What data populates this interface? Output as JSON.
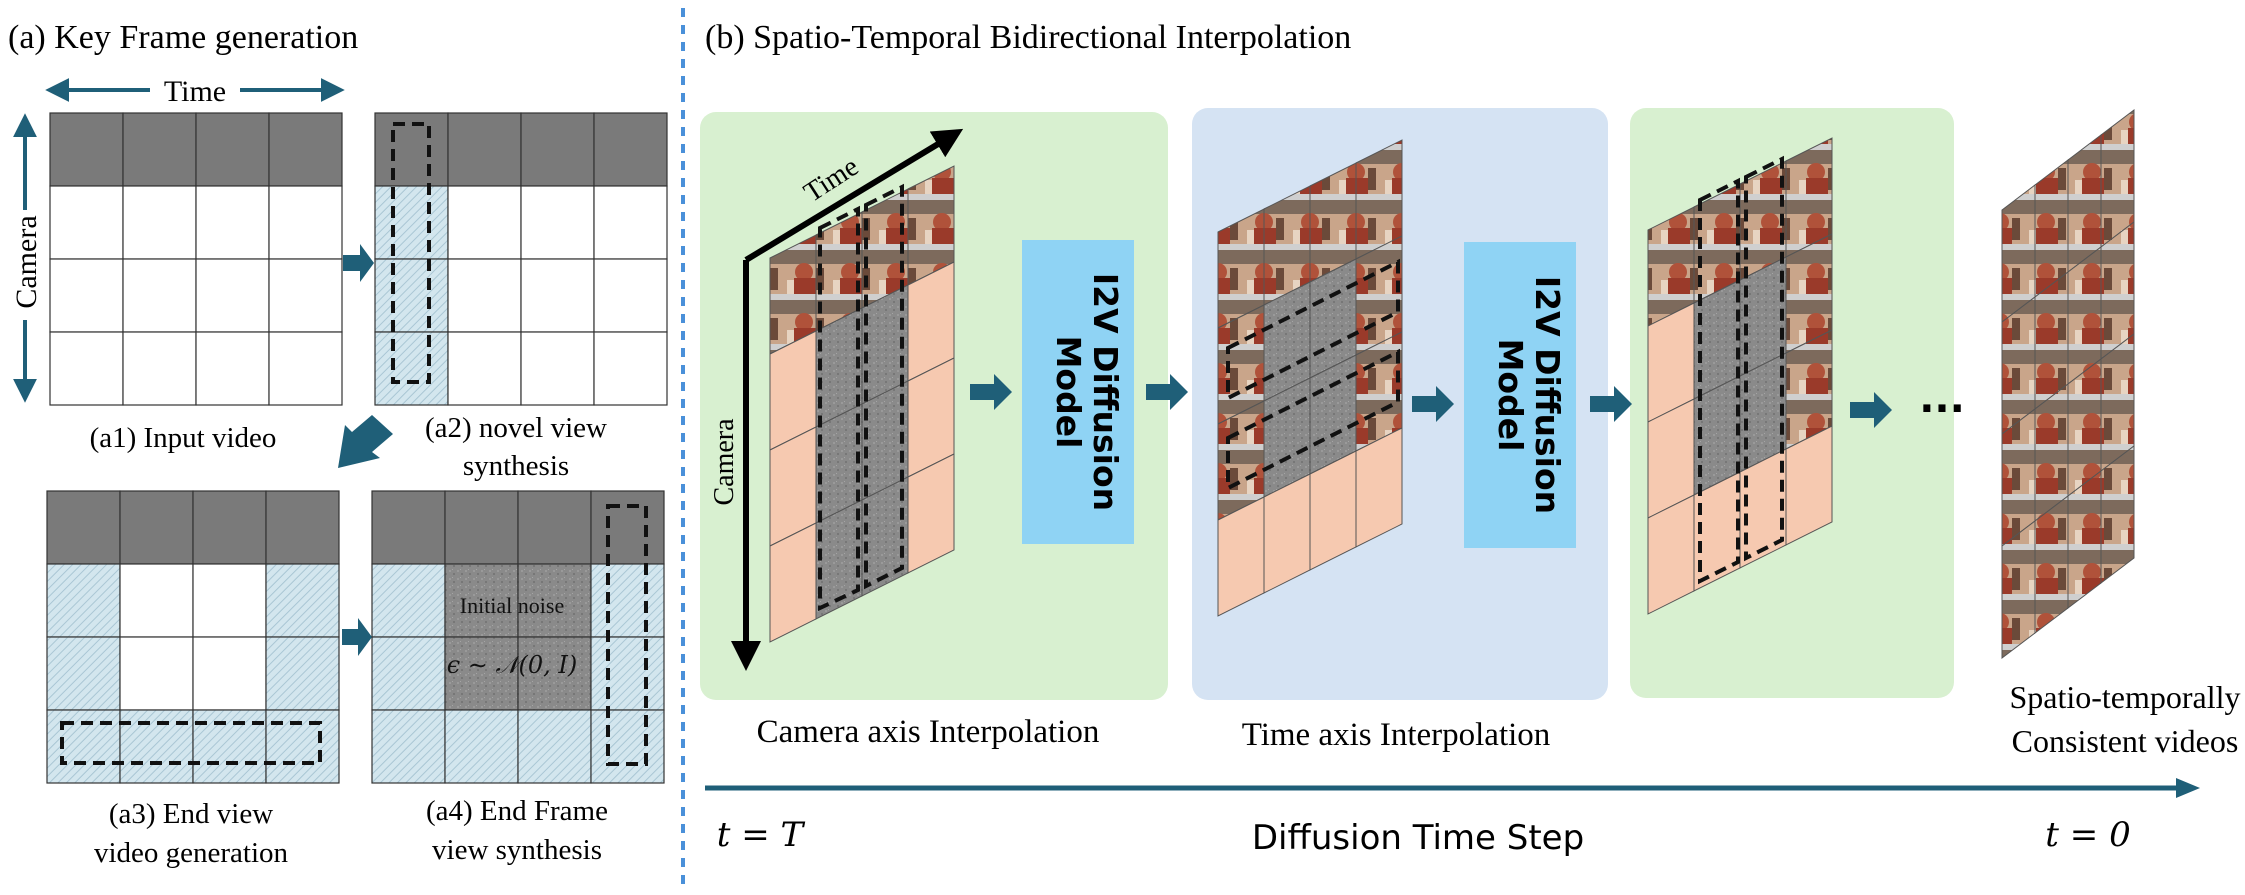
{
  "panel_a": {
    "title": "(a) Key Frame generation",
    "time_axis_label": "Time",
    "camera_axis_label": "Camera",
    "captions": {
      "a1": "(a1) Input video",
      "a2_line1": "(a2) novel view",
      "a2_line2": "synthesis",
      "a3_line1": "(a3) End view",
      "a3_line2": "video generation",
      "a4_line1": "(a4) End Frame",
      "a4_line2": "view synthesis"
    },
    "noise_label": "Initial noise",
    "noise_formula": "ϵ ∼ 𝒩(0, I)"
  },
  "panel_b": {
    "title": "(b) Spatio-Temporal Bidirectional Interpolation",
    "time_label": "Time",
    "camera_label": "Camera",
    "model_line1": "I2V Diffusion",
    "model_line2": "Model",
    "camera_interp_caption": "Camera axis Interpolation",
    "time_interp_caption": "Time axis Interpolation",
    "result_line1": "Spatio-temporally",
    "result_line2": "Consistent videos",
    "ellipsis": "...",
    "diffusion_axis_label": "Diffusion Time Step",
    "t_start": "t = T",
    "t_end": "t = 0"
  },
  "colors": {
    "arrow_teal": "#1f5f78",
    "divider_blue": "#4a90d9",
    "grid_dark": "#7a7a7a",
    "hatch_blue": "#d3e6ee",
    "green_panel": "#d8f0d0",
    "blue_panel": "#d5e3f3",
    "salmon_cell": "#f6c9b0",
    "model_box": "#8fd3f4",
    "noise_gray": "#888888"
  }
}
